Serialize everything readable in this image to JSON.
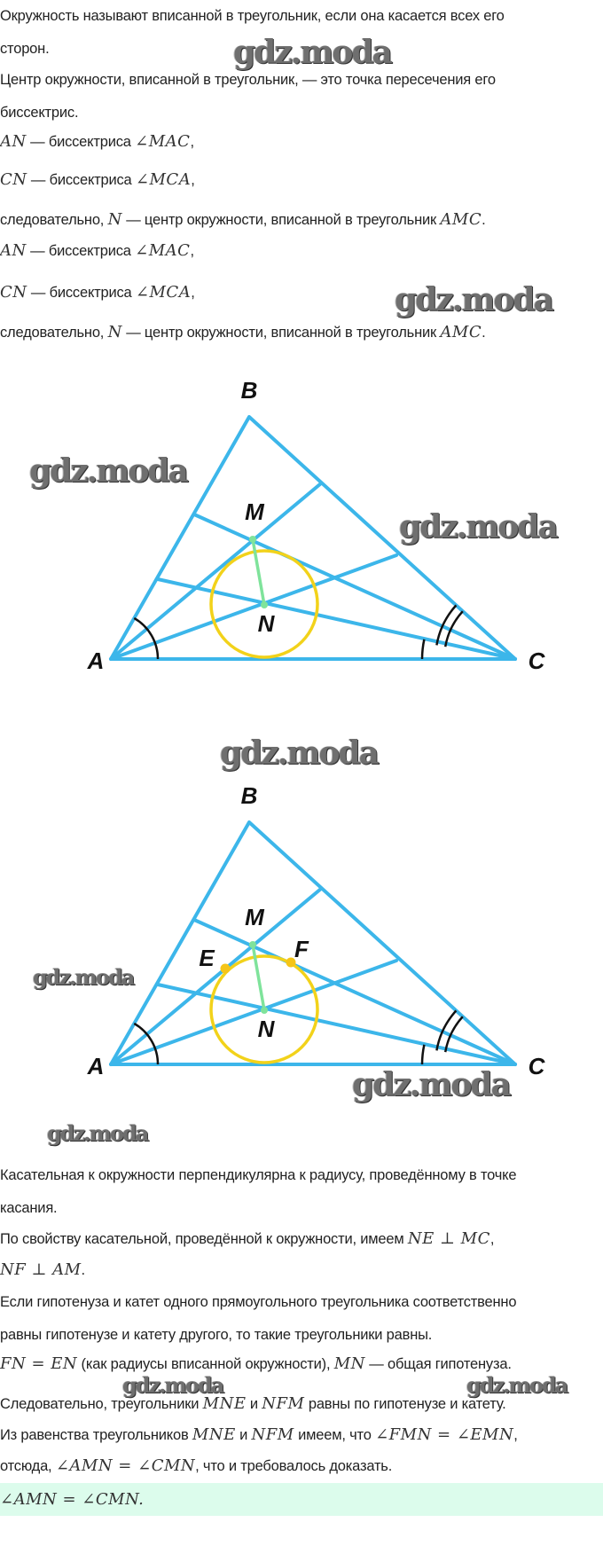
{
  "top_text": [
    [
      {
        "t": "Окружность называют вписанной в треугольник, если она касается всех его"
      }
    ],
    [
      {
        "t": "сторон."
      }
    ],
    [
      {
        "t": "Центр окружности, вписанной в треугольник, — это точка пересечения его"
      }
    ],
    [
      {
        "t": "биссектрис."
      }
    ],
    [
      {
        "t": "AN",
        "m": true
      },
      {
        "t": " — биссектриса "
      },
      {
        "t": "∠MAC",
        "m": true
      },
      {
        "t": ","
      }
    ],
    [
      {
        "t": "CN",
        "m": true
      },
      {
        "t": " — биссектриса "
      },
      {
        "t": "∠MCA",
        "m": true
      },
      {
        "t": ","
      }
    ],
    [
      {
        "t": "следовательно, "
      },
      {
        "t": "N",
        "m": true
      },
      {
        "t": " — центр окружности, вписанной в треугольник "
      },
      {
        "t": "AMC",
        "m": true
      },
      {
        "t": "."
      }
    ],
    [
      {
        "t": "AN",
        "m": true
      },
      {
        "t": " — биссектриса "
      },
      {
        "t": "∠MAC",
        "m": true
      },
      {
        "t": ","
      }
    ],
    [
      {
        "t": "CN",
        "m": true
      },
      {
        "t": " — биссектриса "
      },
      {
        "t": "∠MCA",
        "m": true
      },
      {
        "t": ","
      }
    ],
    [
      {
        "t": "следовательно, "
      },
      {
        "t": "N",
        "m": true
      },
      {
        "t": " — центр окружности, вписанной в треугольник "
      },
      {
        "t": "AMC",
        "m": true
      },
      {
        "t": "."
      }
    ]
  ],
  "bottom_text": [
    [
      {
        "t": "Касательная к окружности перпендикулярна к радиусу, проведённому в точке"
      }
    ],
    [
      {
        "t": "касания."
      }
    ],
    [
      {
        "t": "По свойству касательной, проведённой к окружности, имеем "
      },
      {
        "t": "NE ⊥ MC",
        "m": true
      },
      {
        "t": ","
      }
    ],
    [
      {
        "t": "NF ⊥ AM",
        "m": true
      },
      {
        "t": "."
      }
    ],
    [
      {
        "t": "Если гипотенуза и катет одного прямоугольного треугольника соответственно"
      }
    ],
    [
      {
        "t": "равны гипотенузе и катету другого, то такие треугольники равны."
      }
    ],
    [
      {
        "t": "FN = EN",
        "m": true
      },
      {
        "t": " (как радиусы вписанной окружности), "
      },
      {
        "t": "MN",
        "m": true
      },
      {
        "t": " — общая гипотенуза."
      }
    ],
    [
      {
        "t": "Следовательно, треугольники "
      },
      {
        "t": "MNE",
        "m": true
      },
      {
        "t": " и "
      },
      {
        "t": "NFM",
        "m": true
      },
      {
        "t": " равны по гипотенузе и катету."
      }
    ],
    [
      {
        "t": "Из равенства треугольников "
      },
      {
        "t": "MNE",
        "m": true
      },
      {
        "t": " и "
      },
      {
        "t": "NFM",
        "m": true
      },
      {
        "t": " имеем, что "
      },
      {
        "t": "∠FMN = ∠EMN",
        "m": true
      },
      {
        "t": ","
      }
    ],
    [
      {
        "t": "отсюда, "
      },
      {
        "t": "∠AMN = ∠CMN",
        "m": true
      },
      {
        "t": ", что и требовалось доказать."
      }
    ]
  ],
  "answer": [
    {
      "t": "∠AMN = ∠CMN.",
      "m": true
    }
  ],
  "diagram": {
    "labels": {
      "A": "A",
      "B": "B",
      "C": "C",
      "M": "M",
      "N": "N",
      "E": "E",
      "F": "F"
    },
    "colors": {
      "lines": "#3cb6ea",
      "circle": "#f2d21a",
      "segment": "#7fe39b",
      "tangent_points": "#f5c518"
    }
  },
  "watermark": "gdz.moda",
  "colors": {
    "answer_bg": "#dcfcec"
  }
}
